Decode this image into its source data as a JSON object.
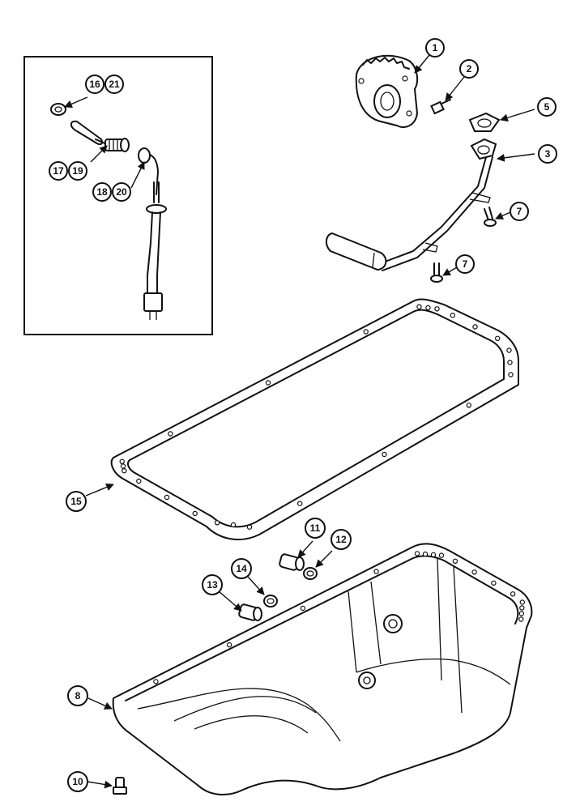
{
  "callouts": {
    "c1": "1",
    "c2": "2",
    "c3": "3",
    "c5": "5",
    "c7a": "7",
    "c7b": "7",
    "c8": "8",
    "c10": "10",
    "c11": "11",
    "c12": "12",
    "c13": "13",
    "c14": "14",
    "c15": "15",
    "c16": "16",
    "c17": "17",
    "c18": "18",
    "c19": "19",
    "c20": "20",
    "c21": "21"
  }
}
